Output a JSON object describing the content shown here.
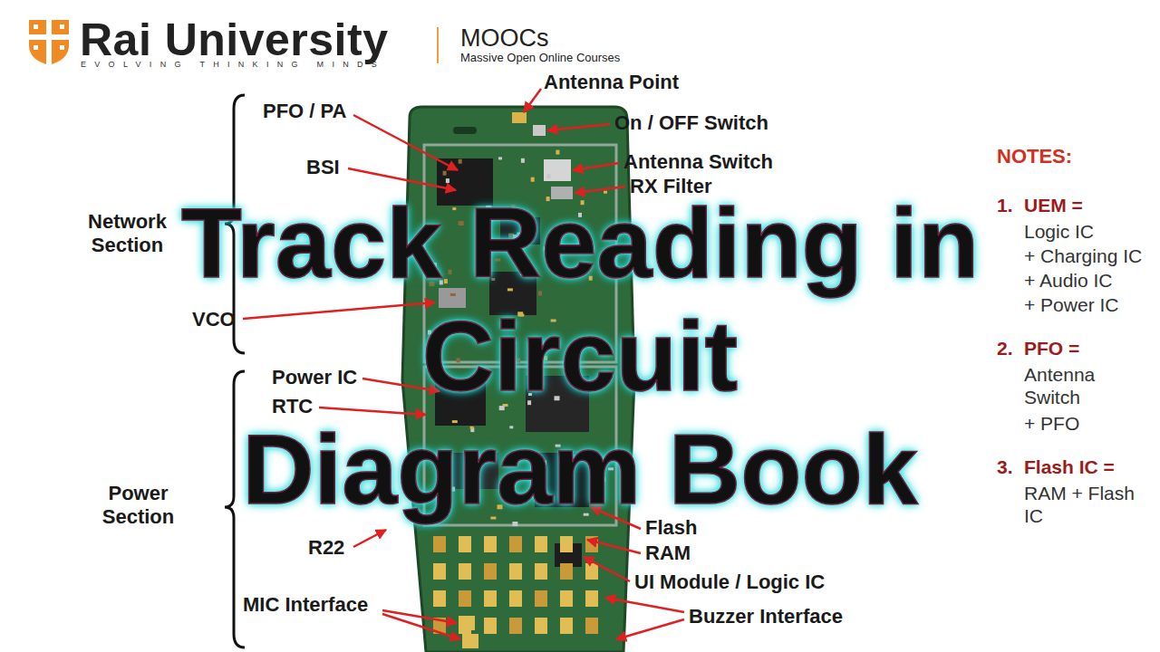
{
  "diagram": {
    "title": "Track Reading in Circuit Diagram Book",
    "labels": [
      "Rai University",
      "EVOLVING THINKING MINDS",
      "MOOCs",
      "Massive Open Online Courses",
      "PFO / PA",
      "BSI",
      "Network Section",
      "VCO",
      "Power IC",
      "RTC",
      "R22",
      "Power Section",
      "MIC Interface",
      "Antenna Point",
      "On / OFF Switch",
      "Antenna Switch",
      "RX Filter",
      "Flash",
      "RAM",
      "UI Module / Logic IC",
      "Buzzer Interface",
      "NOTES:",
      "1.",
      "UEM =",
      "Logic IC",
      "+ Charging IC",
      "+ Audio IC",
      "+ Power IC",
      "2.",
      "PFO =",
      "Antenna Switch",
      "+ PFO",
      "3.",
      "Flash IC =",
      "RAM + Flash IC"
    ]
  }
}
